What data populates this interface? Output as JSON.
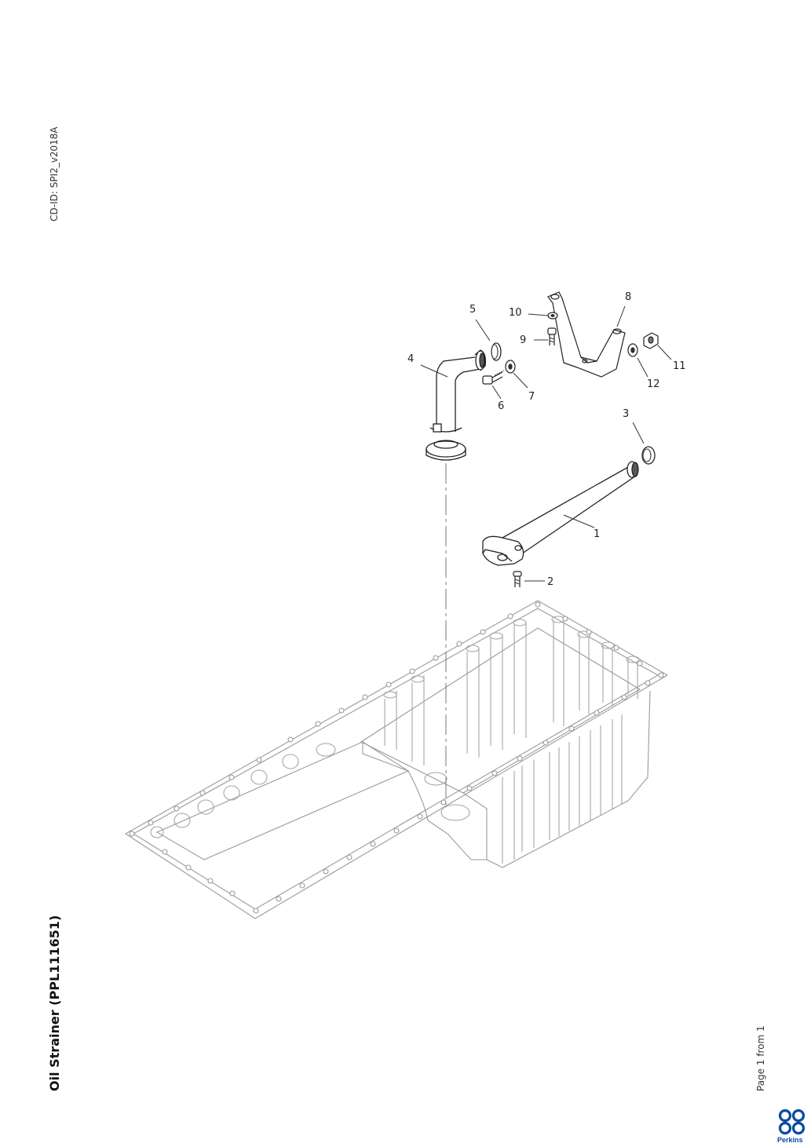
{
  "header": {
    "cd_id": "CD-ID: SPI2_v2018A"
  },
  "document": {
    "title": "Oil Strainer (PPL111651)",
    "page_label": "Page 1 from 1"
  },
  "brand": {
    "name": "Perkins",
    "color": "#0a4aa0",
    "logo_icon": "perkins-logo-icon"
  },
  "callouts": [
    "1",
    "2",
    "3",
    "4",
    "5",
    "6",
    "7",
    "8",
    "9",
    "10",
    "11",
    "12"
  ]
}
